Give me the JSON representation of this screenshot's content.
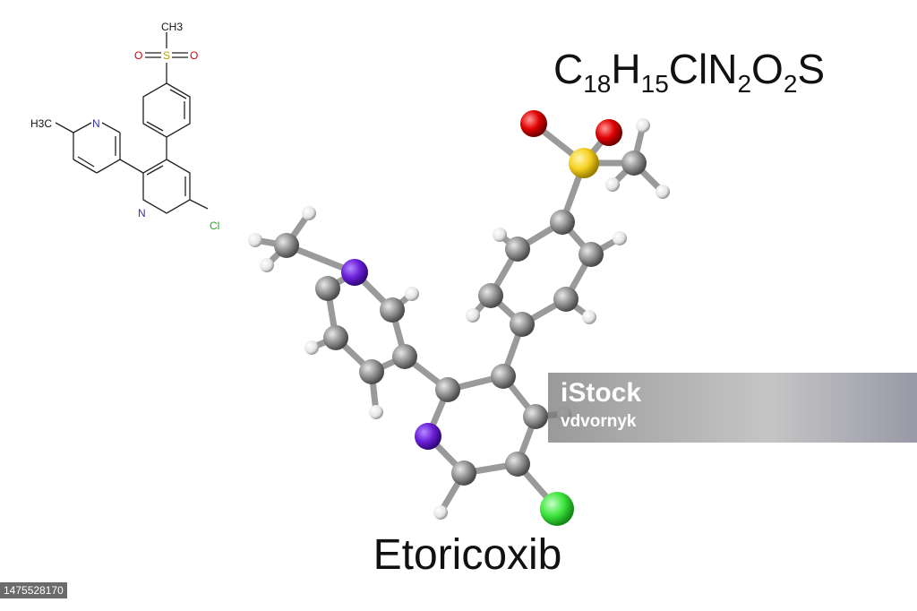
{
  "compound_name": "Etoricoxib",
  "formula": {
    "parts": [
      {
        "el": "C",
        "n": "18"
      },
      {
        "el": "H",
        "n": "15"
      },
      {
        "el": "Cl",
        "n": ""
      },
      {
        "el": "N",
        "n": "2"
      },
      {
        "el": "O",
        "n": "2"
      },
      {
        "el": "S",
        "n": ""
      }
    ]
  },
  "skeletal_labels": {
    "ch3_top": "CH3",
    "o_left": "O",
    "s": "S",
    "o_right": "O",
    "h3c": "H3C",
    "n_pyridine_1": "N",
    "n_pyridine_2": "N",
    "cl": "Cl"
  },
  "watermark": {
    "logo": "iStock",
    "credit": "vdvornyk"
  },
  "stock_id": "1475528170",
  "colors": {
    "carbon": "#7a7a7a",
    "hydrogen": "#eeeeee",
    "nitrogen": "#6a1fd8",
    "oxygen": "#e00000",
    "sulfur": "#f5d020",
    "chlorine": "#3ee63e"
  }
}
